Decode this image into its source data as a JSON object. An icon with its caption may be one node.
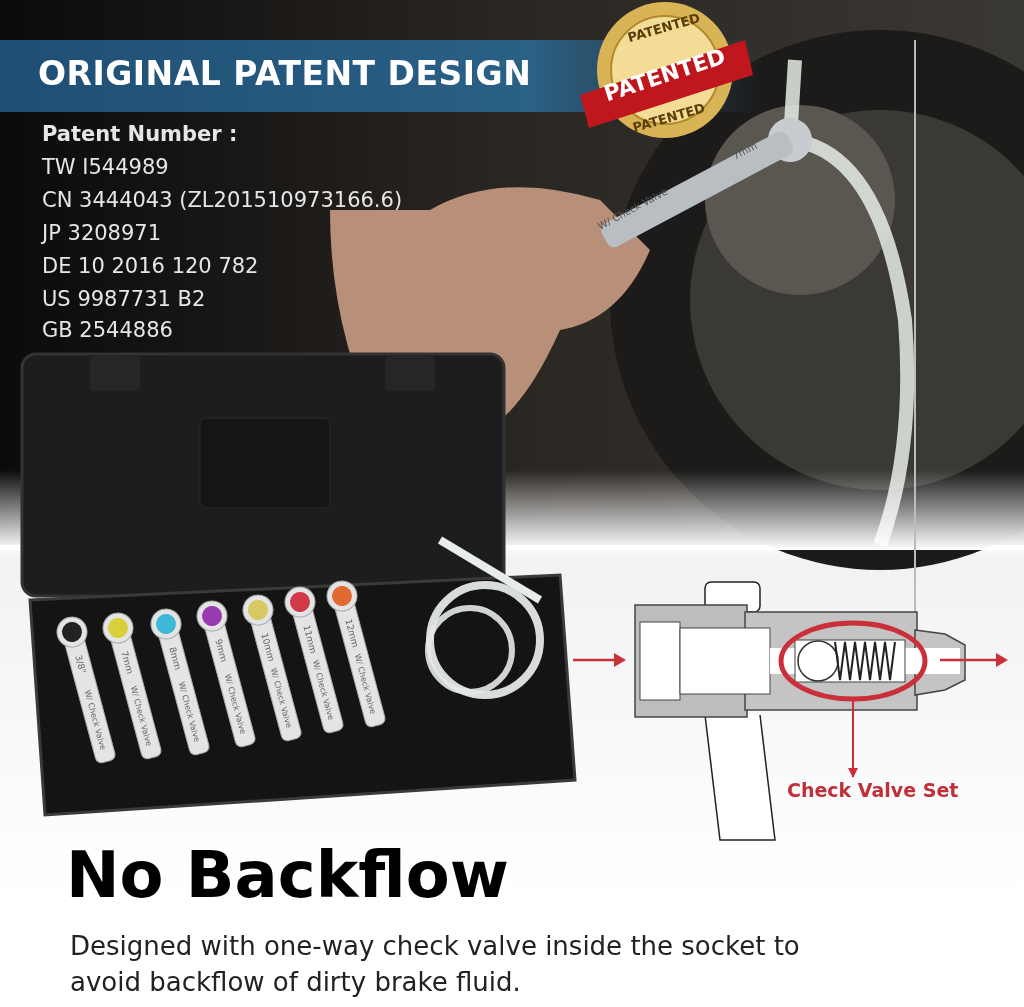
{
  "diagram": {
    "title": "ORIGINAL PATENT DESIGN",
    "nodes": [
      {
        "text": [],
        "shape": "circle"
      },
      {
        "text": [
          "Check Valve Set"
        ]
      }
    ],
    "edges": [
      {
        "from": 0,
        "to": 1,
        "arrow": "to"
      }
    ],
    "labels": [
      "PATENTED",
      "PATENTED",
      "PATENTED",
      "Patent Number :",
      "TW I544989",
      "CN 3444043 (ZL201510973166.6)",
      "JP 3208971",
      "DE 10 2016 120 782",
      "US 9987731 B2",
      "GB 2544886",
      "7mm",
      "W/ Check Valve",
      "3/8\"",
      "W/ Check Valve",
      "7mm",
      "W/ Check Valve",
      "8mm",
      "W/ Check Valve",
      "9mm",
      "W/ Check Valve",
      "10mm",
      "W/ Check Valve",
      "11mm",
      "W/ Check Valve",
      "12mm",
      "W/ Check Valve",
      "No Backflow",
      "Designed with one-way check valve inside the socket to avoid backflow of dirty brake fluid."
    ]
  }
}
